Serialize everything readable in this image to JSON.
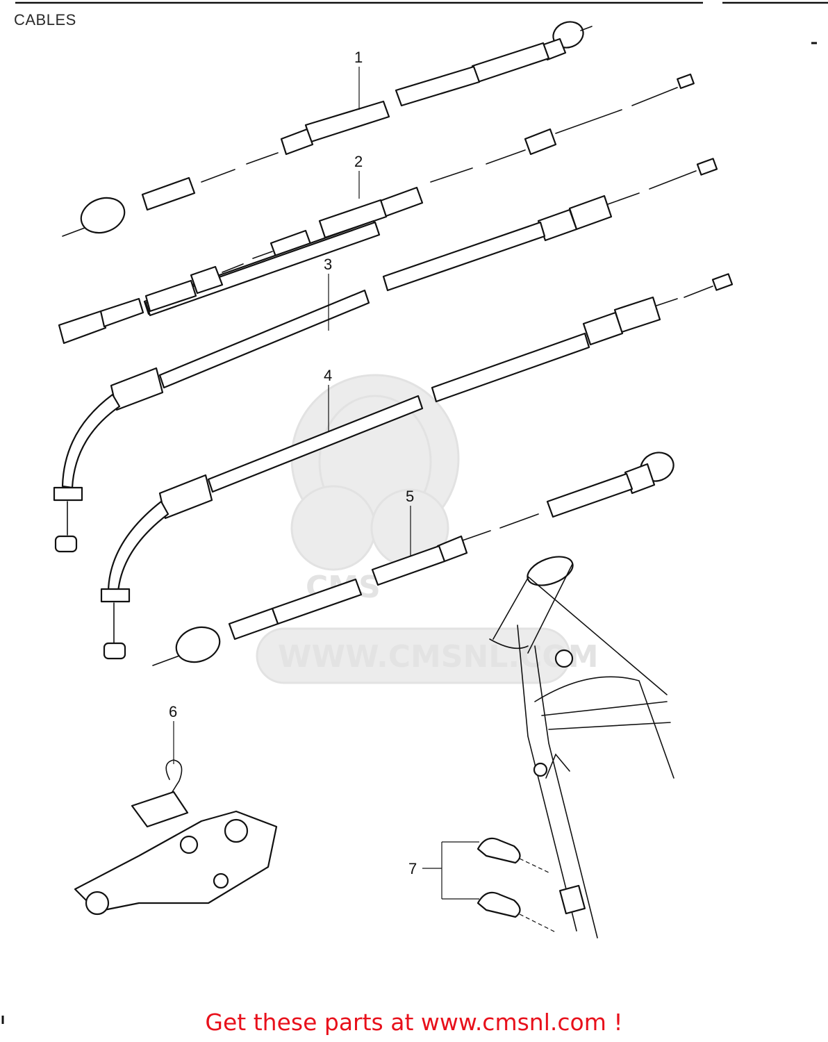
{
  "page": {
    "title": "CABLES",
    "footer": "Get these parts at www.cmsnl.com !"
  },
  "watermark": {
    "text": "WWW.CMSNL.COM",
    "logo_text": "CMS"
  },
  "callouts": [
    "1",
    "2",
    "3",
    "4",
    "5",
    "6",
    "7"
  ],
  "colors": {
    "footer": "#e8101b",
    "line_art": "#111111",
    "watermark": "#e3e3e3"
  }
}
